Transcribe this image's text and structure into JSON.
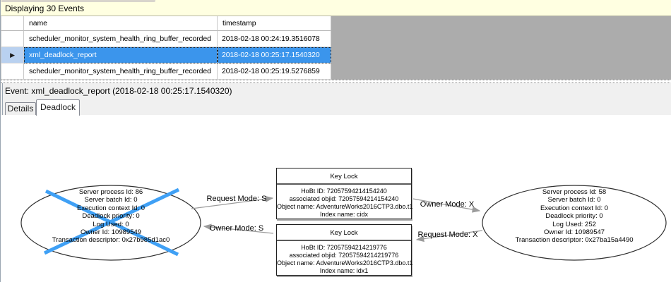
{
  "header": {
    "title": "Displaying 30 Events"
  },
  "grid": {
    "columns": [
      "name",
      "timestamp"
    ],
    "rows": [
      {
        "name": "scheduler_monitor_system_health_ring_buffer_recorded",
        "timestamp": "2018-02-18 00:24:19.3516078",
        "selected": false
      },
      {
        "name": "xml_deadlock_report",
        "timestamp": "2018-02-18 00:25:17.1540320",
        "selected": true
      },
      {
        "name": "scheduler_monitor_system_health_ring_buffer_recorded",
        "timestamp": "2018-02-18 00:25:19.5276859",
        "selected": false
      }
    ]
  },
  "icons": {
    "row_selector": "▶"
  },
  "event_line": {
    "text": "Event: xml_deadlock_report (2018-02-18 00:25:17.1540320)"
  },
  "tabs": [
    {
      "label": "Details",
      "active": false
    },
    {
      "label": "Deadlock",
      "active": true
    }
  ],
  "graph": {
    "process_victim": {
      "lines": [
        "Server process Id: 86",
        "Server batch Id: 0",
        "Execution context Id: 0",
        "Deadlock priority: 0",
        "Log Used: 0",
        "Owner Id: 10989549",
        "Transaction descriptor: 0x27b985d1ac0"
      ]
    },
    "process_winner": {
      "lines": [
        "Server process Id: 58",
        "Server batch Id: 0",
        "Execution context Id: 0",
        "Deadlock priority: 0",
        "Log Used: 252",
        "Owner Id: 10989547",
        "Transaction descriptor: 0x27ba15a4490"
      ]
    },
    "lock_top": {
      "title": "Key Lock",
      "lines": [
        "HoBt ID: 72057594214154240",
        "associated objid: 72057594214154240",
        "Object name: AdventureWorks2016CTP3.dbo.t1",
        "Index name: cidx"
      ]
    },
    "lock_bottom": {
      "title": "Key Lock",
      "lines": [
        "HoBt ID: 72057594214219776",
        "associated objid: 72057594214219776",
        "Object name: AdventureWorks2016CTP3.dbo.t1",
        "Index name: idx1"
      ]
    },
    "edges": [
      {
        "label": "Request Mode: S"
      },
      {
        "label": "Owner Mode: S"
      },
      {
        "label": "Owner Mode: X"
      },
      {
        "label": "Request Mode: X"
      }
    ]
  },
  "colors": {
    "selection_blue": "#3B95EC",
    "victim_cross_blue": "#3FA0F5",
    "info_bar_yellow": "#FFFFE1",
    "grid_filler_gray": "#ACACAC",
    "arrow_gray": "#9B9B9B"
  }
}
